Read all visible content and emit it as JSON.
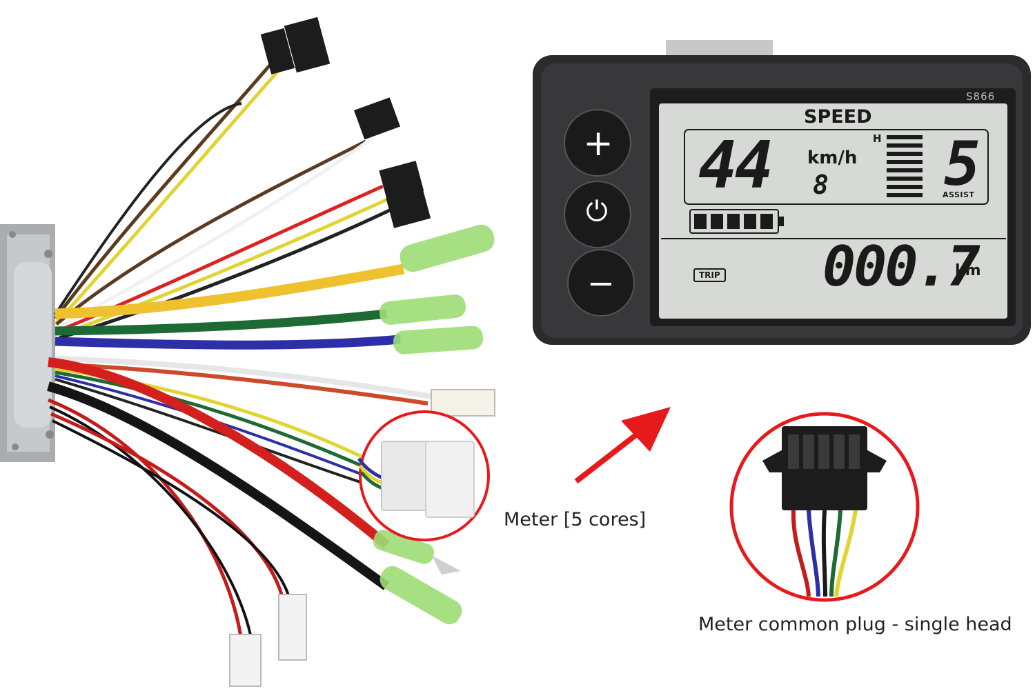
{
  "captions": {
    "meter": "Meter [5 cores]",
    "plug": "Meter common plug - single head"
  },
  "display": {
    "model": "S866",
    "speed_label": "SPEED",
    "speed_value": "44",
    "speed_unit": "km/h",
    "speed_sub": "8",
    "level_marker": "H",
    "assist_value": "5",
    "assist_label": "ASSIST",
    "trip_label": "TRIP",
    "odometer_value": "000.7",
    "odometer_unit": "km",
    "battery_bars": 5
  },
  "buttons": {
    "plus": "+",
    "power": "⏻",
    "minus": "−"
  },
  "colors": {
    "annotation_red": "#e8191a",
    "lcd_background": "#d7d9d6",
    "device_body": "#2b2b2d"
  }
}
